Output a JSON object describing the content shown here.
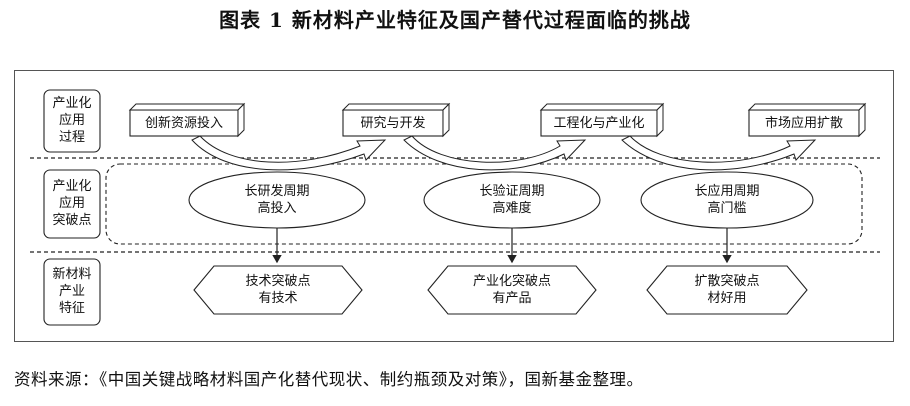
{
  "title": "图表 1  新材料产业特征及国产替代过程面临的挑战",
  "row_labels": [
    {
      "lines": [
        "产业化",
        "应用",
        "过程"
      ]
    },
    {
      "lines": [
        "产业化",
        "应用",
        "突破点"
      ]
    },
    {
      "lines": [
        "新材料",
        "产业",
        "特征"
      ]
    }
  ],
  "process_steps": [
    "创新资源投入",
    "研究与开发",
    "工程化与产业化",
    "市场应用扩散"
  ],
  "challenges": [
    {
      "line1": "长研发周期",
      "line2": "高投入"
    },
    {
      "line1": "长验证周期",
      "line2": "高难度"
    },
    {
      "line1": "长应用周期",
      "line2": "高门槛"
    }
  ],
  "features": [
    {
      "line1": "技术突破点",
      "line2": "有技术"
    },
    {
      "line1": "产业化突破点",
      "line2": "有产品"
    },
    {
      "line1": "扩散突破点",
      "line2": "材好用"
    }
  ],
  "source": "资料来源：《中国关键战略材料国产化替代现状、制约瓶颈及对策》，国新基金整理。"
}
